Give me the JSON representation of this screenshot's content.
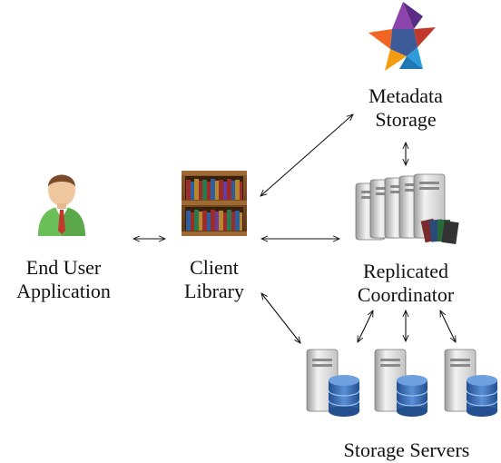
{
  "nodes": {
    "metadata_storage": {
      "line1": "Metadata",
      "line2": "Storage"
    },
    "end_user_application": {
      "line1": "End User",
      "line2": "Application"
    },
    "client_library": {
      "line1": "Client",
      "line2": "Library"
    },
    "replicated_coordinator": {
      "line1": "Replicated",
      "line2": "Coordinator"
    },
    "storage_servers": {
      "line1": "Storage Servers"
    }
  },
  "icons": {
    "metadata": "star-logo-icon",
    "user": "user-person-icon",
    "library": "bookshelf-icon",
    "coordinator": "server-cluster-icon",
    "storage": "database-server-icon"
  },
  "colors": {
    "arrow": "#111111",
    "star_orange": "#f26522",
    "star_blue": "#2d9cdb",
    "star_purple": "#6a3d9a",
    "db_blue": "#3b6fb6",
    "user_green": "#6bbf59"
  }
}
